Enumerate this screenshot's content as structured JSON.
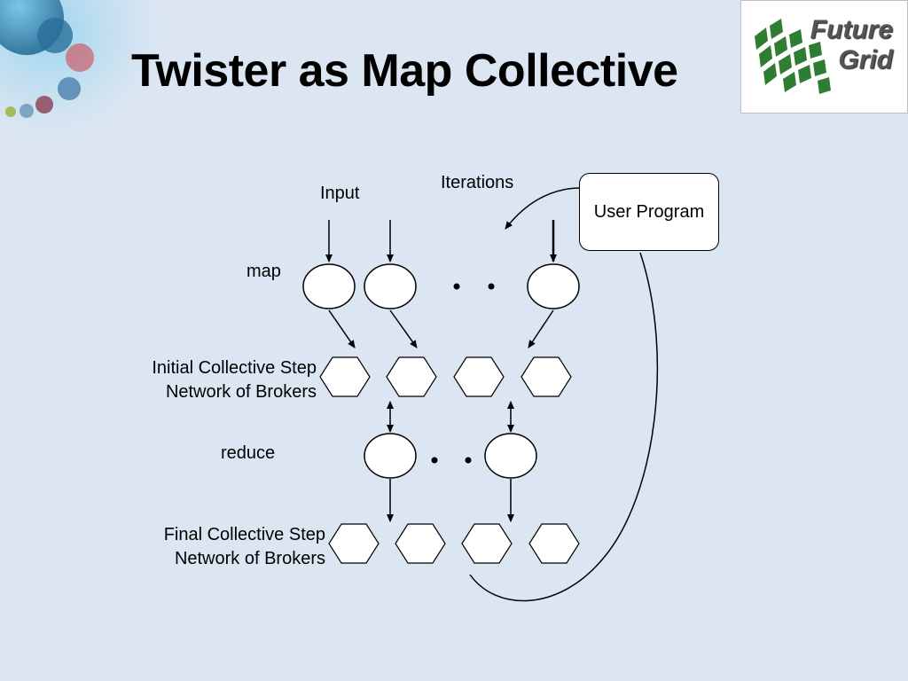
{
  "slide": {
    "title": "Twister as Map Collective"
  },
  "logo": {
    "line1": "Future",
    "line2": "Grid"
  },
  "diagram": {
    "input_label": "Input",
    "iterations_label": "Iterations",
    "user_program_label": "User Program",
    "map_label": "map",
    "initial_step_line1": "Initial Collective Step",
    "initial_step_line2": "Network of Brokers",
    "reduce_label": "reduce",
    "final_step_line1": "Final Collective Step",
    "final_step_line2": "Network of Brokers"
  },
  "colors": {
    "background": "#dce6f2",
    "logo_green": "#2e7d32"
  }
}
